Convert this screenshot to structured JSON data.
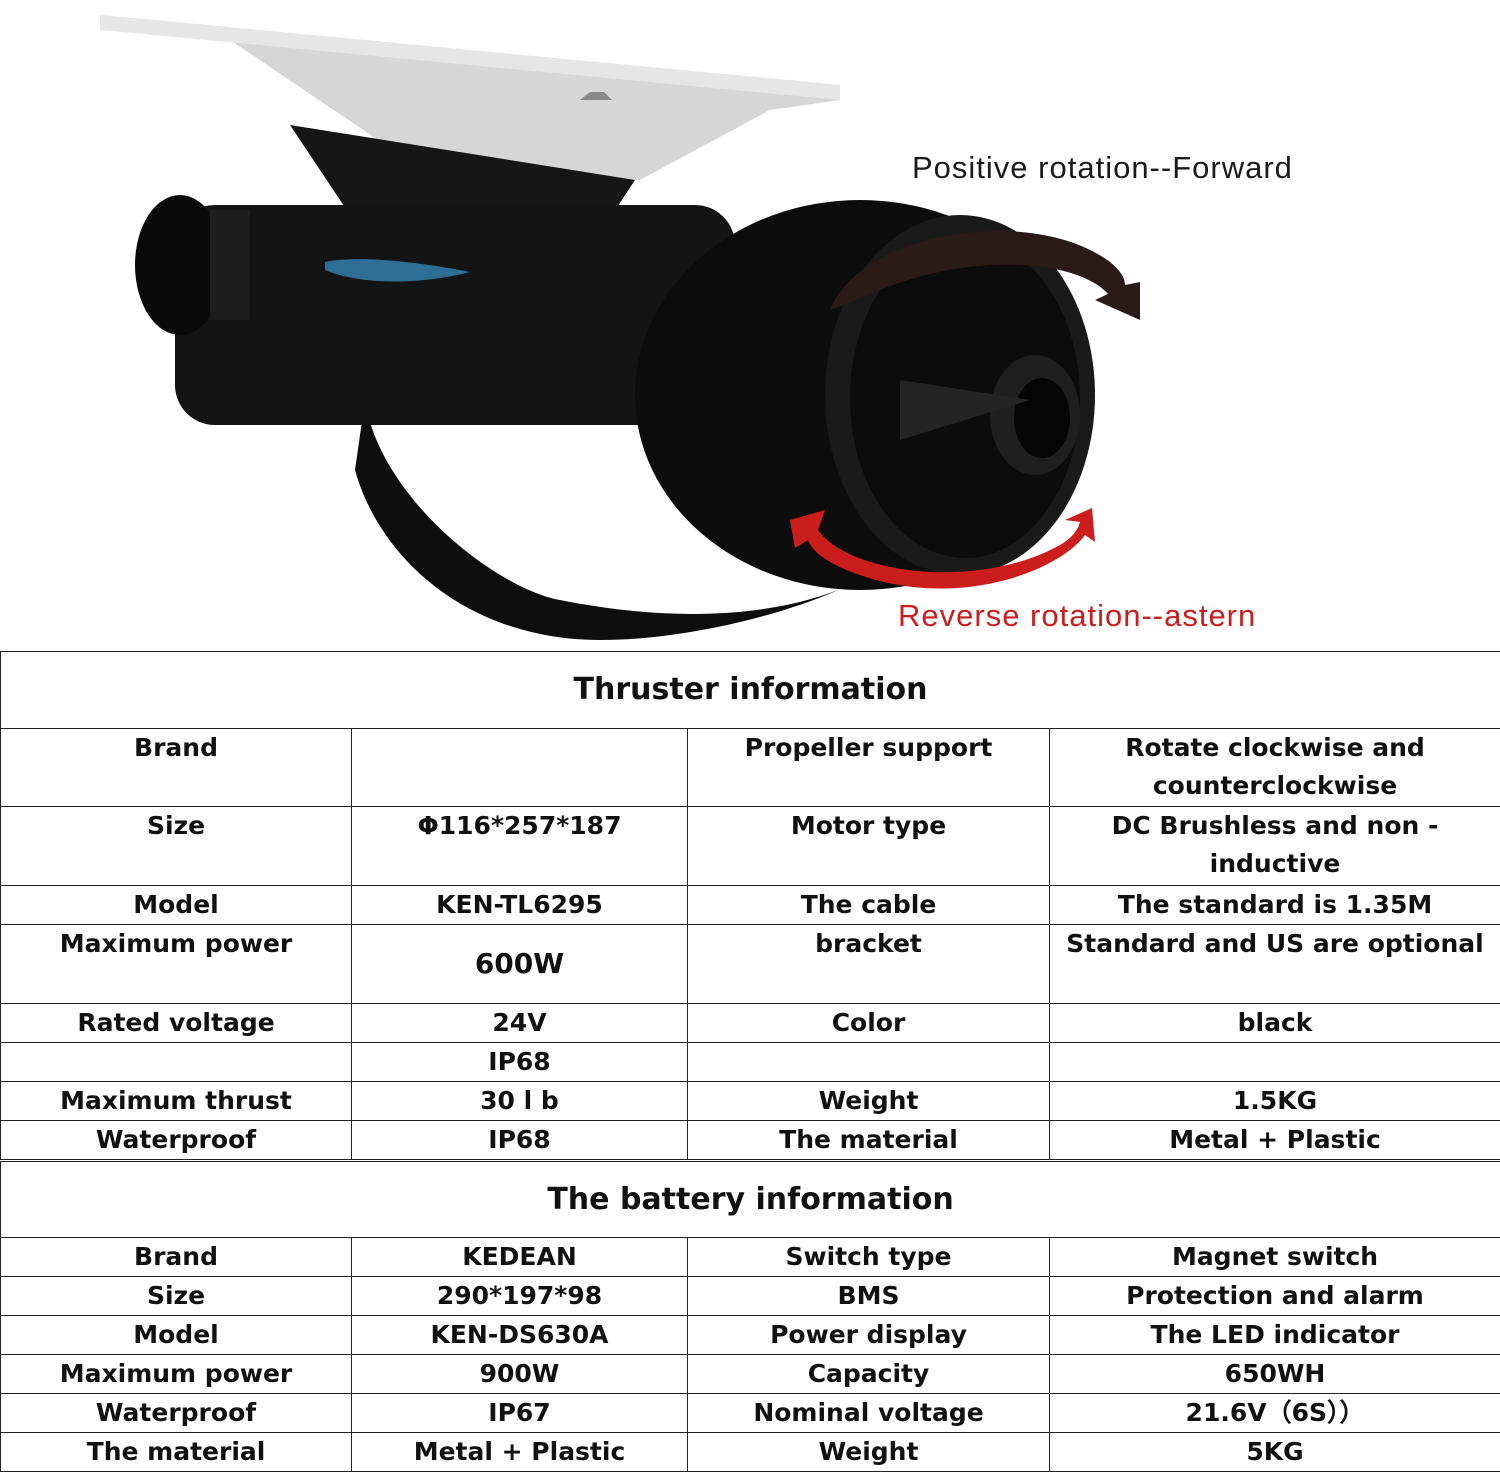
{
  "captions": {
    "forward": "Positive rotation--Forward",
    "reverse": "Reverse rotation--astern"
  },
  "thruster": {
    "title": "Thruster information",
    "rows": [
      [
        "Brand",
        "",
        "Propeller support",
        "Rotate clockwise and counterclockwise"
      ],
      [
        "Size",
        "Φ116*257*187",
        "Motor type",
        "DC Brushless and non - inductive"
      ],
      [
        "Model",
        "KEN-TL6295",
        "The cable",
        "The standard is 1.35M"
      ],
      [
        "Maximum power",
        "600W",
        "bracket",
        "Standard and US are optional"
      ],
      [
        "Rated voltage",
        "24V",
        "Color",
        "black"
      ],
      [
        "",
        "IP68",
        "",
        ""
      ],
      [
        "Maximum thrust",
        "30 l b",
        "Weight",
        "1.5KG"
      ],
      [
        "Waterproof",
        "IP68",
        "The material",
        "Metal + Plastic"
      ]
    ]
  },
  "battery": {
    "title": "The battery information",
    "rows": [
      [
        "Brand",
        "KEDEAN",
        "Switch type",
        "Magnet switch"
      ],
      [
        "Size",
        "290*197*98",
        "BMS",
        "Protection and alarm"
      ],
      [
        "Model",
        "KEN-DS630A",
        "Power display",
        "The LED indicator"
      ],
      [
        "Maximum power",
        "900W",
        "Capacity",
        "650WH"
      ],
      [
        "Waterproof",
        "IP67",
        "Nominal voltage",
        "21.6V（6S））"
      ],
      [
        "The material",
        "Metal + Plastic",
        "Weight",
        "5KG"
      ]
    ]
  },
  "colors": {
    "forward_arrow": "#2a1b18",
    "reverse_arrow": "#cc1d1d",
    "body": "#111111",
    "mount_plate": "#d4d4d4",
    "accent_stripe": "#2f6f96"
  }
}
